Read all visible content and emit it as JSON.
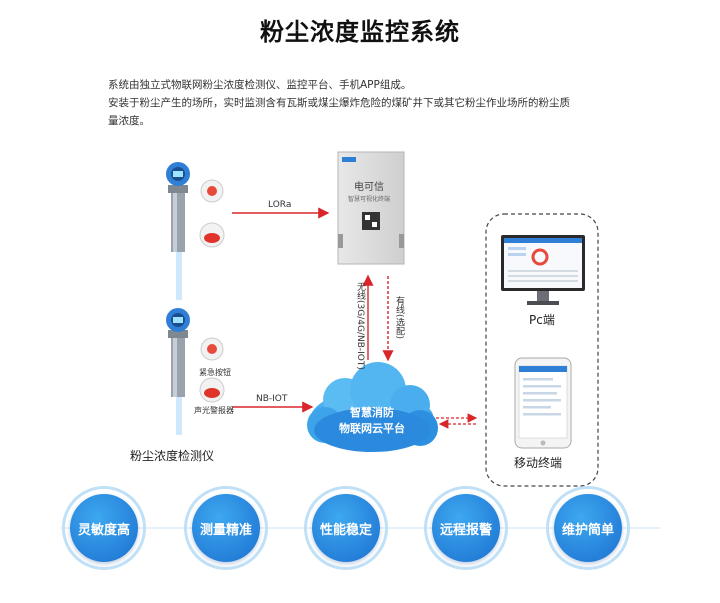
{
  "title": "粉尘浓度监控系统",
  "description": [
    "系统由独立式物联网粉尘浓度检测仪、监控平台、手机APP组成。",
    "安装于粉尘产生的场所，实时监测含有瓦斯或煤尘爆炸危险的煤矿井下或其它粉尘作业场所的粉尘质量浓度。"
  ],
  "diagram": {
    "link_lora": "LORa",
    "link_nbiot": "NB-IOT",
    "link_wireless": "无线(3G/4G/NB-IOT)",
    "link_wired": "有线(选配)",
    "controller_brand": "电可信",
    "controller_model": "智慧可视化终端",
    "emergency_button": "紧急按钮",
    "alarm": "声光警报器",
    "detector_label": "粉尘浓度检测仪",
    "cloud_line1": "智慧消防",
    "cloud_line2": "物联网云平台",
    "pc_label": "Pc端",
    "mobile_label": "移动终端"
  },
  "features": [
    "灵敏度高",
    "测量精准",
    "性能稳定",
    "远程报警",
    "维护简单"
  ],
  "colors": {
    "accent_blue": "#1b6fcf",
    "arrow_red": "#d9262b",
    "device_blue": "#2f7fd6"
  }
}
